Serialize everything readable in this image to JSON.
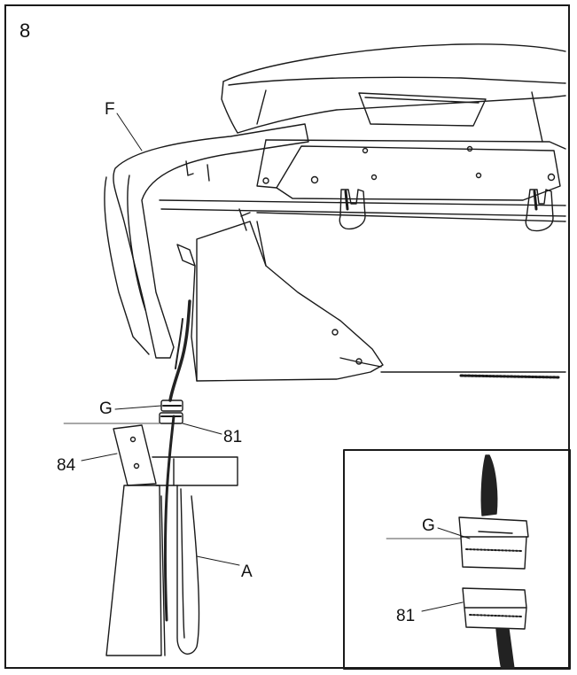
{
  "step": {
    "number": "8"
  },
  "labels": {
    "frame": "F",
    "connector_g": "G",
    "wire_81": "81",
    "upright_84": "84",
    "upright_a": "A",
    "inset_connector_g": "G",
    "inset_wire_81": "81"
  },
  "colors": {
    "line": "#1a1a1a",
    "background": "#ffffff",
    "wire": "#222222"
  }
}
